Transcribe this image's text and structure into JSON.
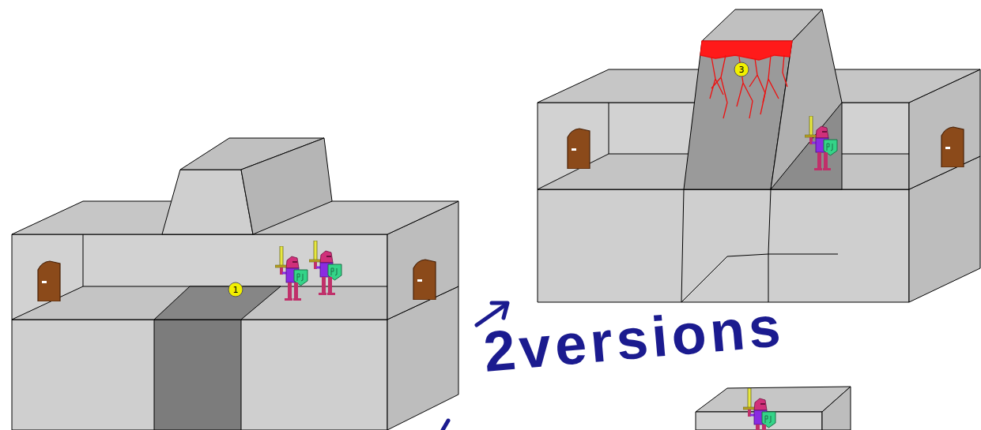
{
  "diagram": {
    "labels": [
      "1",
      "3",
      "2versions"
    ]
  }
}
